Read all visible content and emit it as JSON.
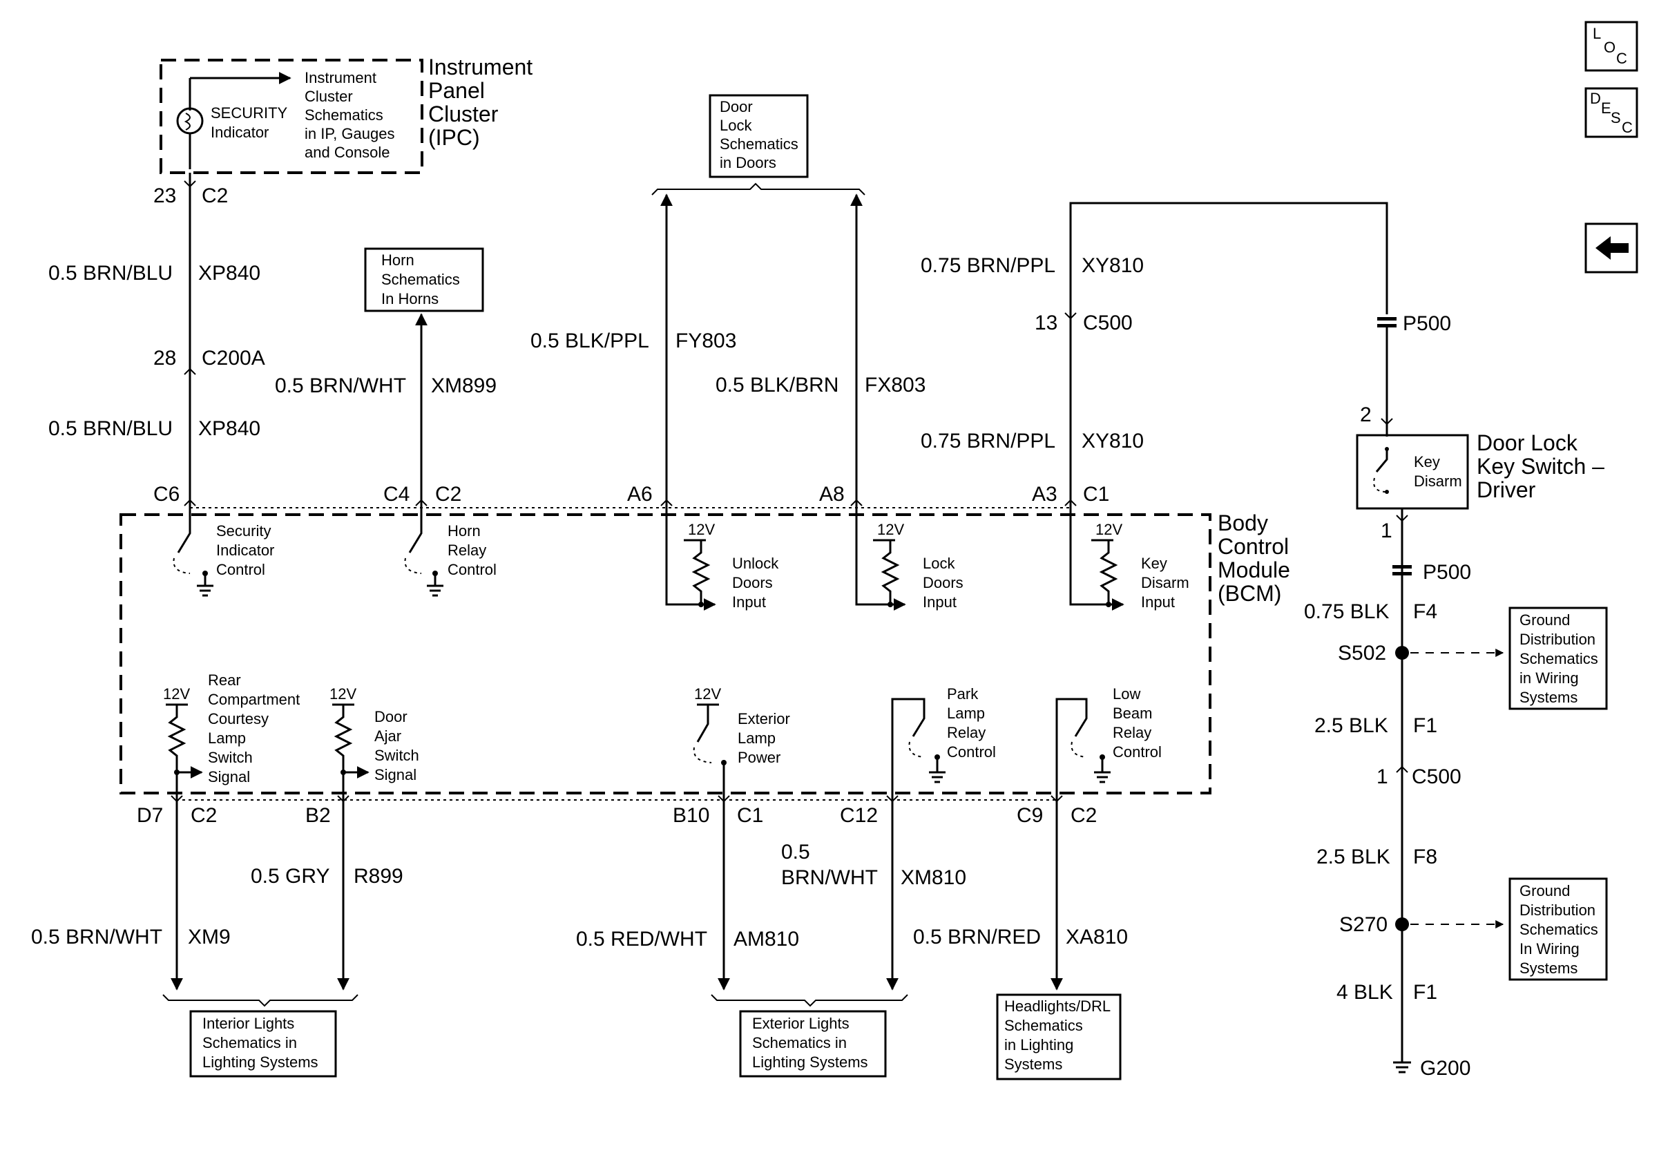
{
  "nav": {
    "loc": [
      "L",
      "O",
      "C"
    ],
    "desc": [
      "D",
      "E",
      "S",
      "C"
    ],
    "back_arrow": "left-arrow-icon"
  },
  "ipc": {
    "title": [
      "Instrument",
      "Panel",
      "Cluster",
      "(IPC)"
    ],
    "indicator": [
      "SECURITY",
      "Indicator"
    ],
    "ref": [
      "Instrument",
      "Cluster",
      "Schematics",
      "in IP, Gauges",
      "and Console"
    ]
  },
  "bcm": {
    "title": [
      "Body",
      "Control",
      "Module",
      "(BCM)"
    ],
    "security": [
      "Security",
      "Indicator",
      "Control"
    ],
    "horn_relay": [
      "Horn",
      "Relay",
      "Control"
    ],
    "unlock": [
      "Unlock",
      "Doors",
      "Input"
    ],
    "lock": [
      "Lock",
      "Doors",
      "Input"
    ],
    "key_disarm": [
      "Key",
      "Disarm",
      "Input"
    ],
    "rear_courtesy": [
      "Rear",
      "Compartment",
      "Courtesy",
      "Lamp",
      "Switch",
      "Signal"
    ],
    "door_ajar": [
      "Door",
      "Ajar",
      "Switch",
      "Signal"
    ],
    "ext_lamp": [
      "Exterior",
      "Lamp",
      "Power"
    ],
    "park_lamp": [
      "Park",
      "Lamp",
      "Relay",
      "Control"
    ],
    "low_beam": [
      "Low",
      "Beam",
      "Relay",
      "Control"
    ],
    "v12": "12V"
  },
  "refs": {
    "horn": [
      "Horn",
      "Schematics",
      "In Horns"
    ],
    "door_lock": [
      "Door",
      "Lock",
      "Schematics",
      "in Doors"
    ],
    "interior": [
      "Interior Lights",
      "Schematics in",
      "Lighting Systems"
    ],
    "exterior": [
      "Exterior Lights",
      "Schematics in",
      "Lighting Systems"
    ],
    "headlights": [
      "Headlights/DRL",
      "Schematics",
      "in Lighting",
      "Systems"
    ],
    "ground1": [
      "Ground",
      "Distribution",
      "Schematics",
      "in Wiring",
      "Systems"
    ],
    "ground2": [
      "Ground",
      "Distribution",
      "Schematics",
      "In Wiring",
      "Systems"
    ]
  },
  "switch": {
    "title": [
      "Door Lock",
      "Key Switch –",
      "Driver"
    ],
    "label": [
      "Key",
      "Disarm"
    ]
  },
  "pins": {
    "p23": "23",
    "c2_top": "C2",
    "p28": "28",
    "c200a": "C200A",
    "c6": "C6",
    "c4": "C4",
    "c2_c4": "C2",
    "a6": "A6",
    "a8": "A8",
    "a3": "A3",
    "c1_a3": "C1",
    "p13": "13",
    "c500_top": "C500",
    "p500_a": "P500",
    "p2": "2",
    "p1": "1",
    "p500_b": "P500",
    "d7": "D7",
    "c2_d7": "C2",
    "b2": "B2",
    "b10": "B10",
    "c1_b10": "C1",
    "c12": "C12",
    "c9": "C9",
    "c2_c9": "C2",
    "p1_c500": "1",
    "c500_low": "C500",
    "s502": "S502",
    "s270": "S270",
    "g200": "G200"
  },
  "wires": {
    "ipc_upper": {
      "gauge": "0.5 BRN/BLU",
      "circuit": "XP840"
    },
    "ipc_lower": {
      "gauge": "0.5 BRN/BLU",
      "circuit": "XP840"
    },
    "horn": {
      "gauge": "0.5 BRN/WHT",
      "circuit": "XM899"
    },
    "unlock": {
      "gauge": "0.5 BLK/PPL",
      "circuit": "FY803"
    },
    "lock": {
      "gauge": "0.5 BLK/BRN",
      "circuit": "FX803"
    },
    "disarm_upper": {
      "gauge": "0.75 BRN/PPL",
      "circuit": "XY810"
    },
    "disarm_lower": {
      "gauge": "0.75 BRN/PPL",
      "circuit": "XY810"
    },
    "gnd_f4": {
      "gauge": "0.75 BLK",
      "circuit": "F4"
    },
    "gnd_f1a": {
      "gauge": "2.5 BLK",
      "circuit": "F1"
    },
    "gnd_f8": {
      "gauge": "2.5 BLK",
      "circuit": "F8"
    },
    "gnd_f1b": {
      "gauge": "4 BLK",
      "circuit": "F1"
    },
    "d7": {
      "gauge": "0.5 BRN/WHT",
      "circuit": "XM9"
    },
    "b2": {
      "gauge": "0.5 GRY",
      "circuit": "R899"
    },
    "b10": {
      "gauge": "0.5 RED/WHT",
      "circuit": "AM810"
    },
    "c12": {
      "gauge_line1": "0.5",
      "gauge_line2": "BRN/WHT",
      "circuit": "XM810"
    },
    "c9": {
      "gauge": "0.5 BRN/RED",
      "circuit": "XA810"
    }
  }
}
